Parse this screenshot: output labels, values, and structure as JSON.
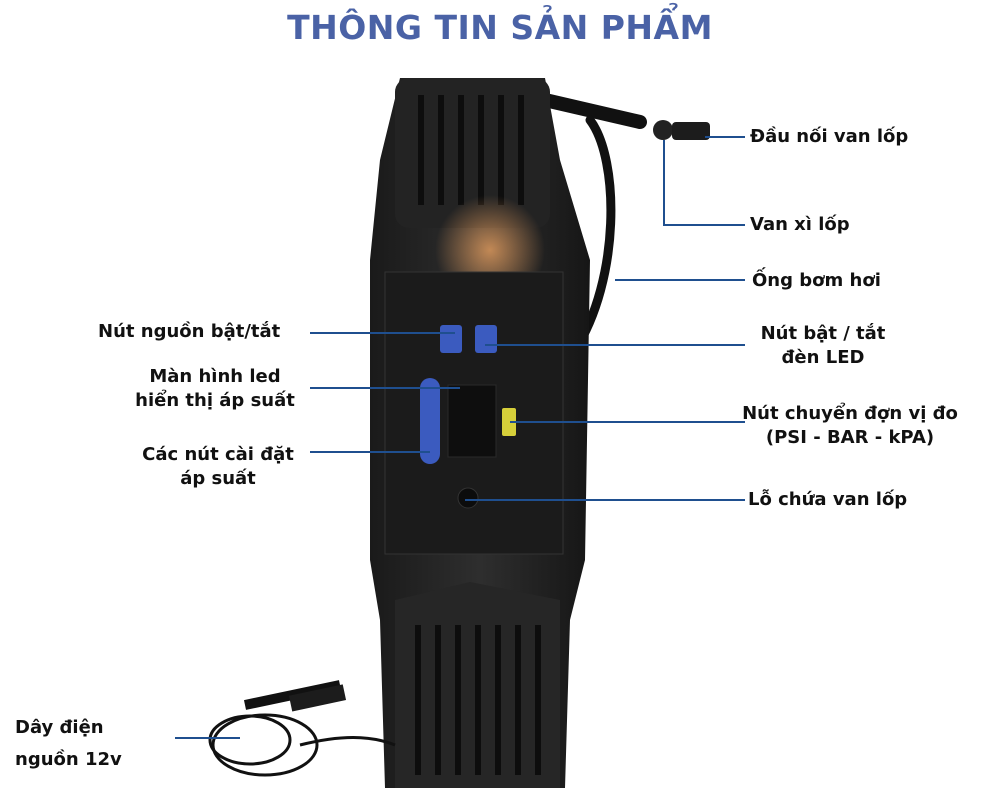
{
  "title": "THÔNG TIN SẢN PHẨM",
  "line_color": "#1f4f8f",
  "title_color": "#4a62a6",
  "labels": {
    "valve_connector": "Đầu nối van lốp",
    "valve_release": "Van xì lốp",
    "air_hose": "Ống bơm hơi",
    "led_toggle_1": "Nút bật / tắt",
    "led_toggle_2": "đèn LED",
    "unit_switch_1": "Nút chuyển đợn vị đo",
    "unit_switch_2": "(PSI - BAR - kPA)",
    "valve_holder": "Lỗ chứa van lốp",
    "power_button": "Nút nguồn bật/tắt",
    "display_1": "Màn hình led",
    "display_2": "hiển thị áp suất",
    "pressure_buttons_1": "Các nút cài đặt",
    "pressure_buttons_2": "áp suất",
    "power_cord_1": "Dây điện",
    "power_cord_2": "nguồn 12v"
  }
}
